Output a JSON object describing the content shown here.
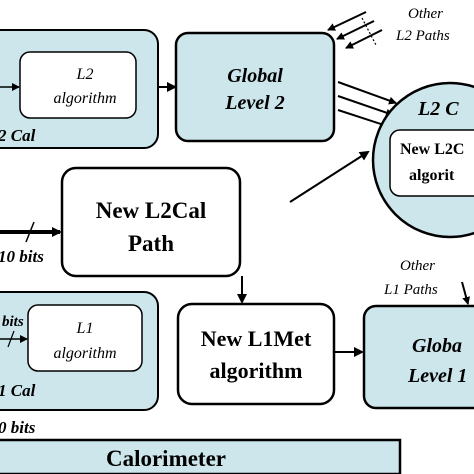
{
  "colors": {
    "fill_blue": "#cce6ec",
    "stroke": "#000000",
    "white": "#ffffff"
  },
  "boxes": {
    "l2_cal_container_label": "2 Cal",
    "l2_algorithm_line1": "L2",
    "l2_algorithm_line2": "algorithm",
    "global_level2_line1": "Global",
    "global_level2_line2": "Level 2",
    "l2_circle_title": "L2  C",
    "l2_circle_inner_line1": "New L2C",
    "l2_circle_inner_line2": "algorit",
    "new_l2cal_line1": "New L2Cal",
    "new_l2cal_line2": "Path",
    "l1_cal_container_label": "1 Cal",
    "l1_algorithm_line1": "L1",
    "l1_algorithm_line2": "algorithm",
    "new_l1met_line1": "New L1Met",
    "new_l1met_line2": "algorithm",
    "global_level1_line1": "Globa",
    "global_level1_line2": "Level 1",
    "calorimeter": "Calorimeter"
  },
  "labels": {
    "other_l2_paths_line1": "Other",
    "other_l2_paths_line2": "L2 Paths",
    "other_l1_paths_line1": "Other",
    "other_l1_paths_line2": "L1 Paths",
    "bits_10_mid": "10 bits",
    "bits_l1_top": "bits",
    "bits_bottom": "0 bits"
  }
}
